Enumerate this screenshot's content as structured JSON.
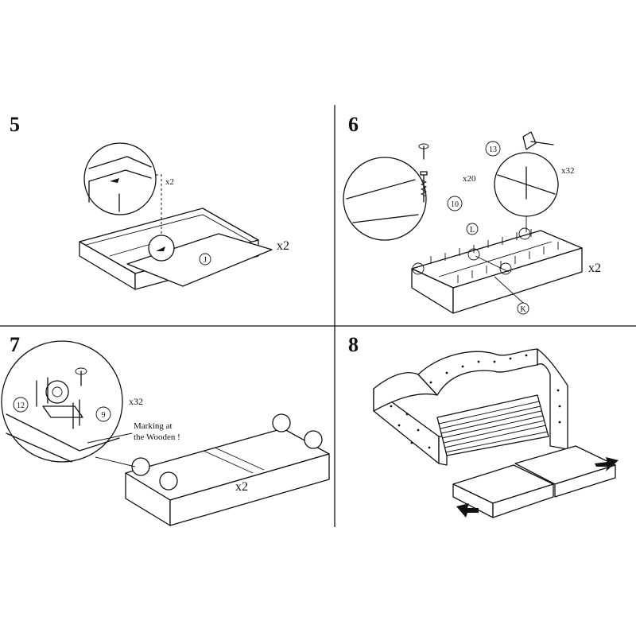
{
  "steps": [
    {
      "number": "5",
      "labels": {
        "detail_count": "x2",
        "part_j": "J",
        "quantity": "x2"
      }
    },
    {
      "number": "6",
      "labels": {
        "screw_count": "x20",
        "pin_count": "x32",
        "part_13": "13",
        "part_10": "10",
        "part_l": "L",
        "part_k": "K",
        "quantity": "x2"
      }
    },
    {
      "number": "7",
      "labels": {
        "caster_count": "x32",
        "part_12": "12",
        "part_9": "9",
        "note_line1": "Marking at",
        "note_line2": "the Wooden !",
        "quantity": "x2"
      }
    },
    {
      "number": "8",
      "labels": {}
    }
  ],
  "colors": {
    "line": "#111111",
    "background": "#ffffff"
  }
}
